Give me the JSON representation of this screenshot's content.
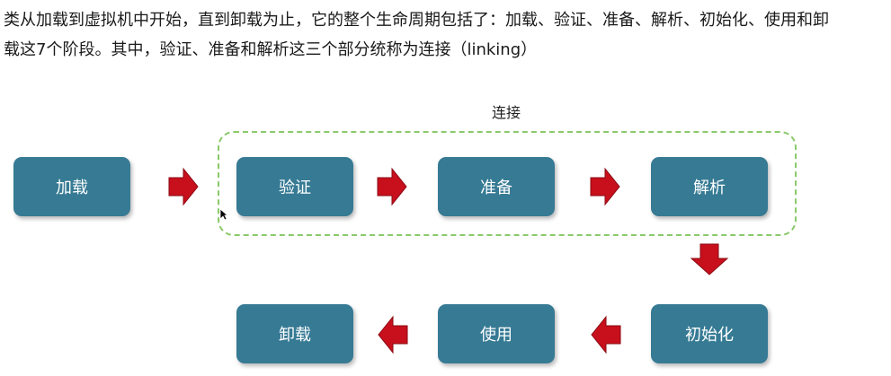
{
  "paragraph": {
    "line1": "类从加载到虚拟机中开始，直到卸载为止，它的整个生命周期包括了：加载、验证、准备、解析、初始化、使用和卸",
    "line2": "载这7个阶段。其中，验证、准备和解析这三个部分统称为连接（linking）"
  },
  "diagram": {
    "group_label": "连接",
    "stages": {
      "load": "加载",
      "verify": "验证",
      "prepare": "准备",
      "resolve": "解析",
      "initialize": "初始化",
      "use": "使用",
      "unload": "卸载"
    },
    "colors": {
      "stage_fill": "#367a94",
      "stage_text": "#ffffff",
      "arrow": "#c8101c",
      "group_border": "#8ac96a"
    }
  }
}
